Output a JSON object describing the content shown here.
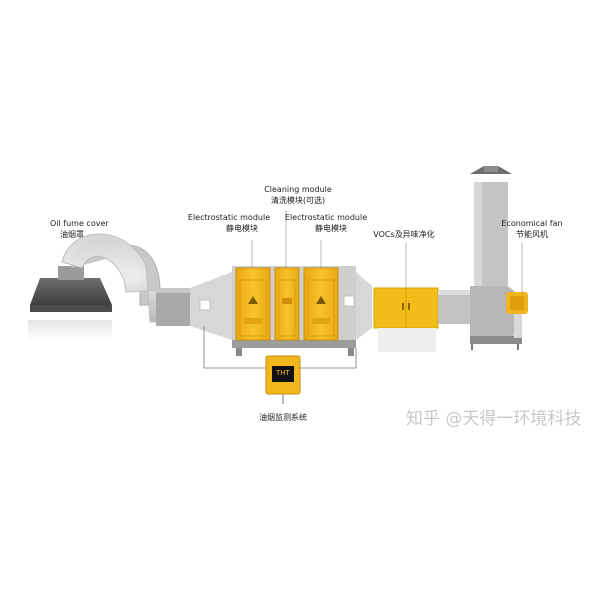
{
  "labels": {
    "oil_fume_cover": {
      "en": "Oil fume cover",
      "cn": "油烟罩"
    },
    "electrostatic_left": {
      "en": "Electrostatic module",
      "cn": "静电模块"
    },
    "cleaning": {
      "en": "Cleaning module",
      "cn": "清洗模块(可选)"
    },
    "electrostatic_right": {
      "en": "Electrostatic module",
      "cn": "静电模块"
    },
    "vocs": {
      "cn": "VOCs及异味净化"
    },
    "fan": {
      "en": "Economical fan",
      "cn": "节能风机"
    },
    "monitor": {
      "cn": "油烟监测系统"
    },
    "monitor_screen": "THT"
  },
  "watermark": "知乎 @天得一环境科技",
  "colors": {
    "module_yellow": "#f2b51c",
    "vocs_yellow": "#f4c21a",
    "duct_gray": "#b9b9b9",
    "dark_gray": "#5e5e5e",
    "monitor_screen": "#111111"
  }
}
